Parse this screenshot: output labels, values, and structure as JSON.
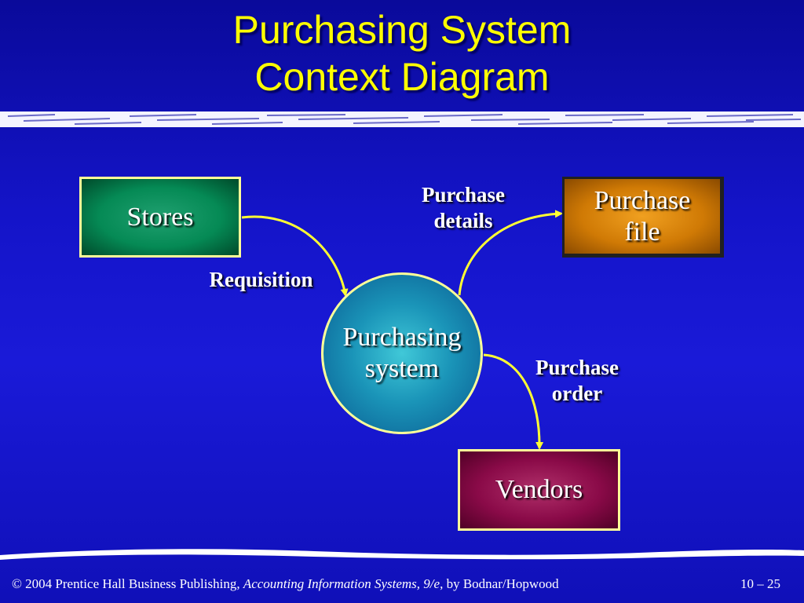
{
  "title": {
    "line1": "Purchasing System",
    "line2": "Context Diagram"
  },
  "entities": {
    "stores": "Stores",
    "purchase_file_line1": "Purchase",
    "purchase_file_line2": "file",
    "vendors": "Vendors"
  },
  "process": {
    "line1": "Purchasing",
    "line2": "system"
  },
  "flows": {
    "requisition": "Requisition",
    "purchase_details_line1": "Purchase",
    "purchase_details_line2": "details",
    "purchase_order_line1": "Purchase",
    "purchase_order_line2": "order"
  },
  "footer": {
    "copyright": "© 2004 Prentice Hall Business Publishing,",
    "book_title": "Accounting Information Systems, 9/e",
    "authors": ", by Bodnar/Hopwood",
    "page": "10 – 25"
  },
  "colors": {
    "title": "#ffff00",
    "background": "#1414c8",
    "arrow": "#ffff33",
    "stores": "#058a55",
    "purchase_file": "#d07a05",
    "vendors": "#8a0a48",
    "process": "#1a94b8"
  }
}
